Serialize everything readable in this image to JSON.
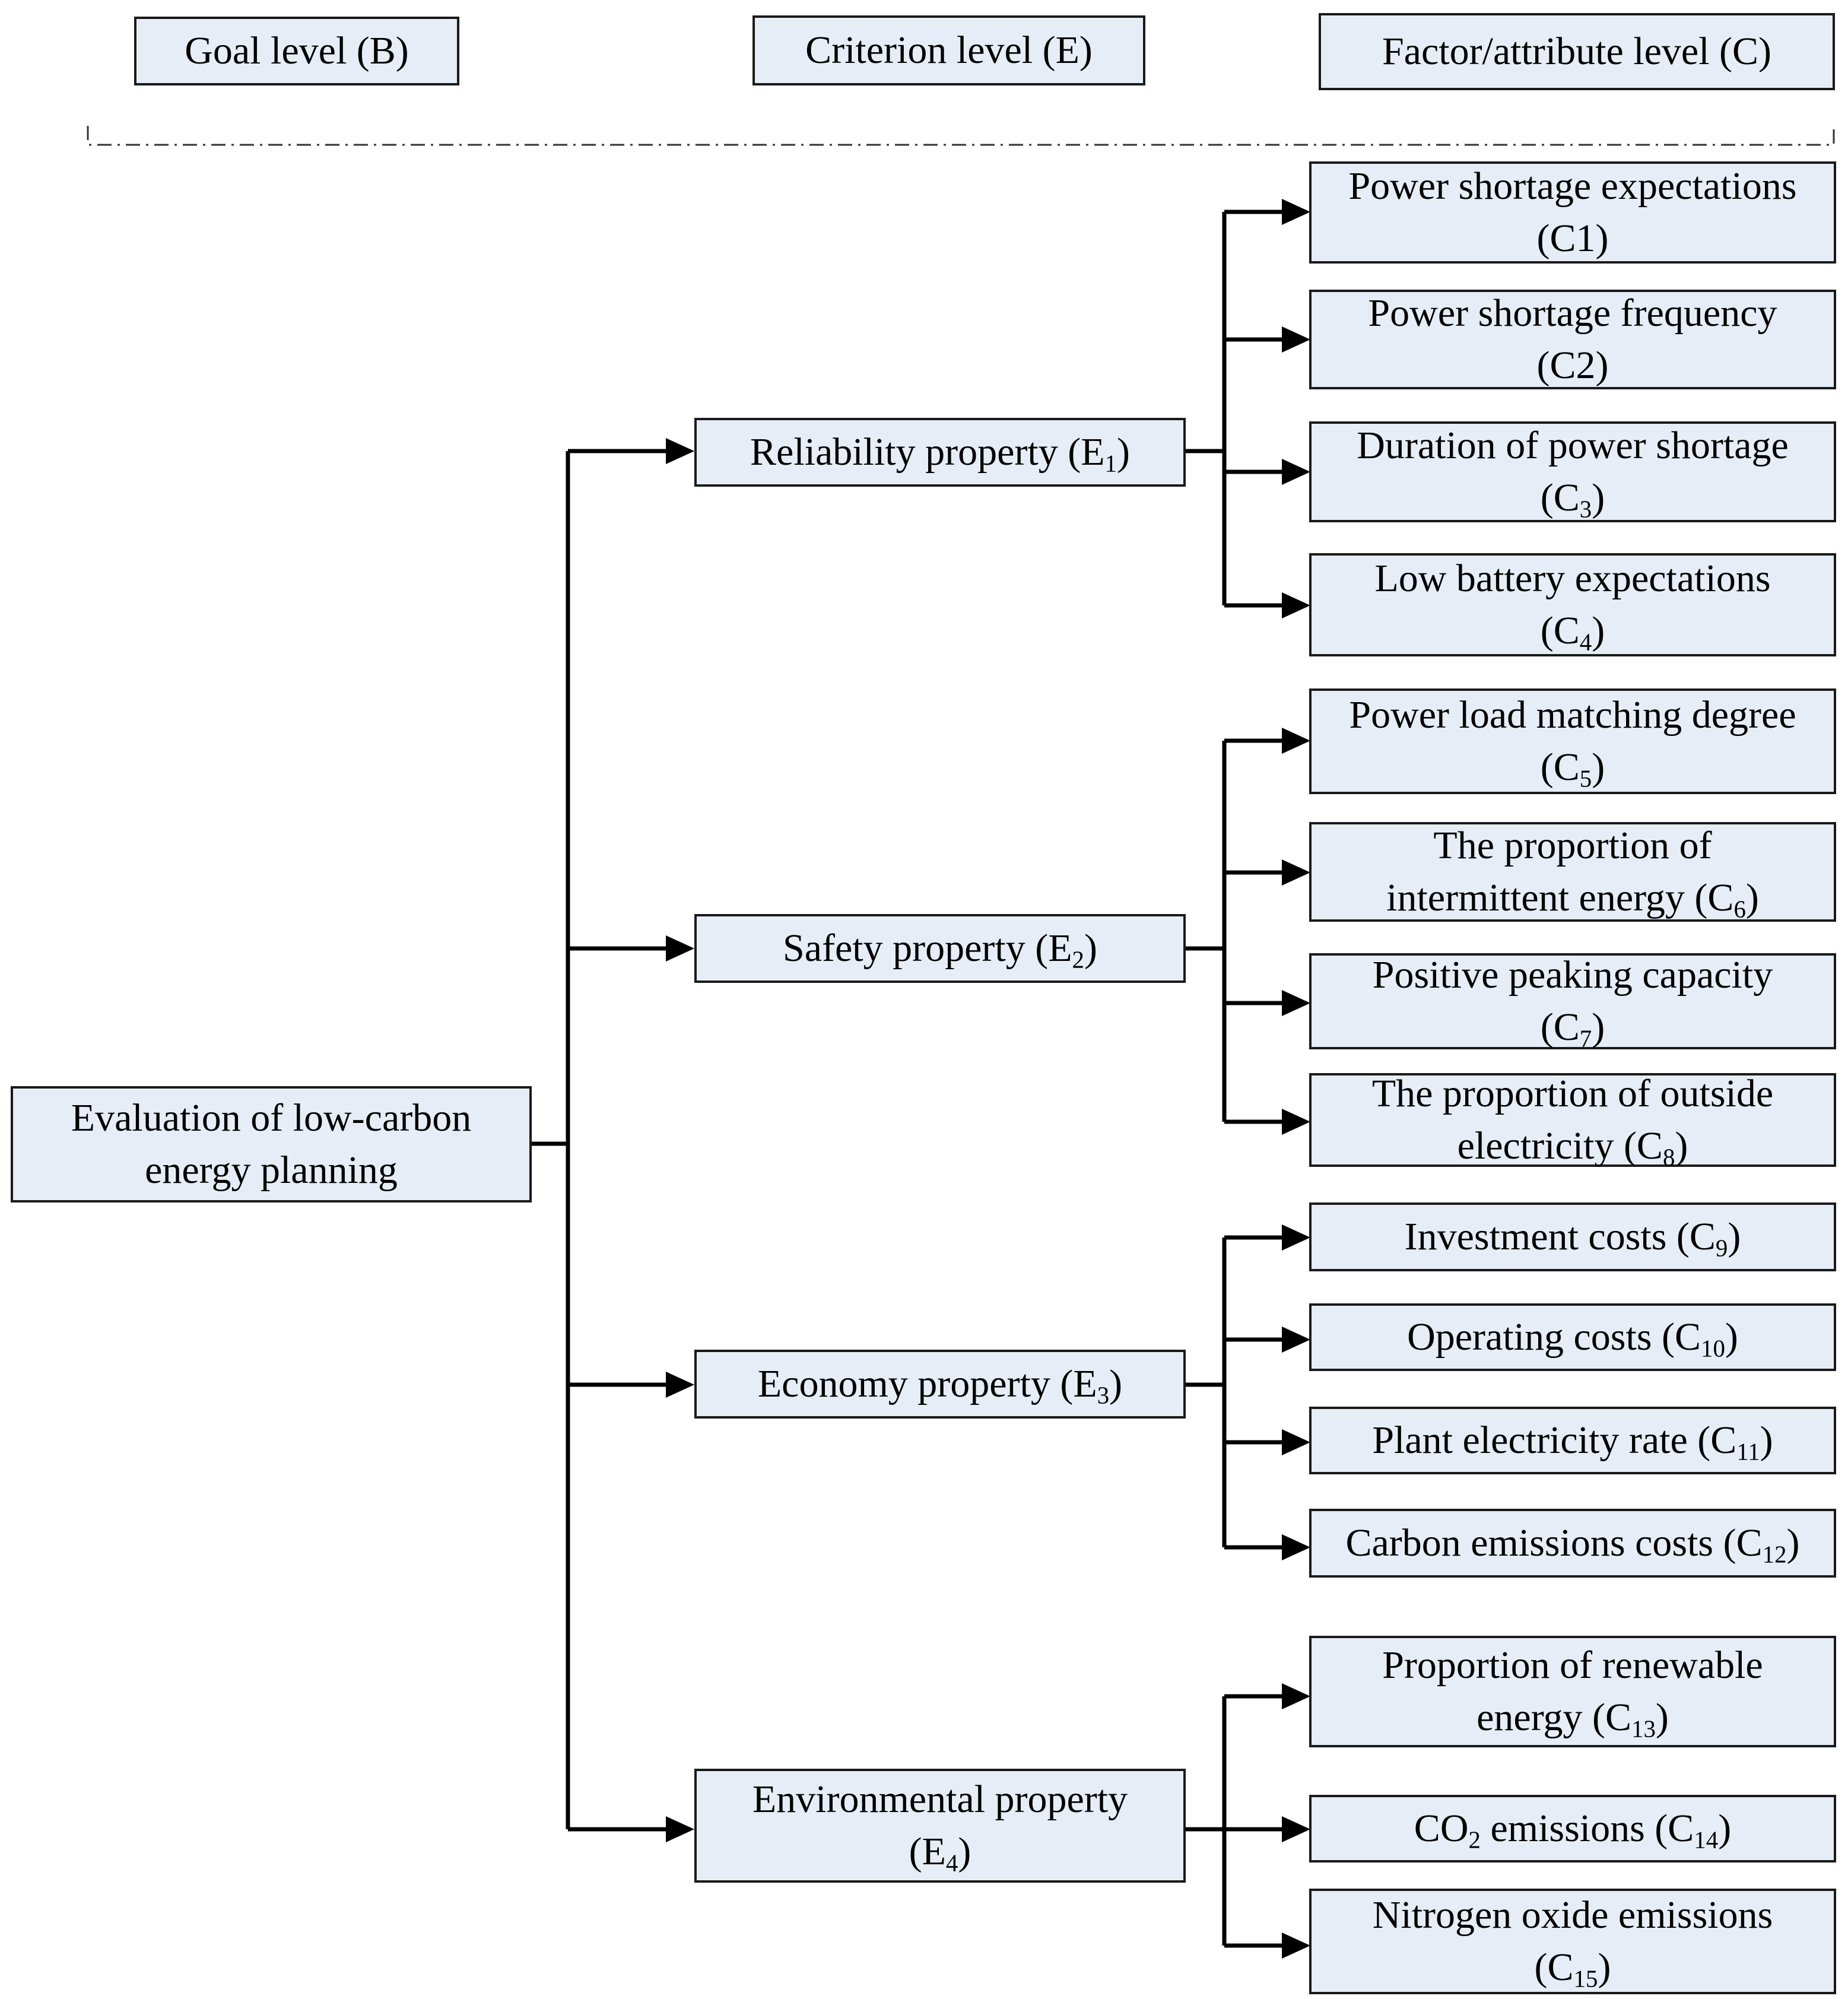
{
  "colors": {
    "box_fill": "#e6edf6",
    "box_border": "#1a1a1a",
    "line": "#000000",
    "separator": "#333333"
  },
  "headers": {
    "goal": "Goal level (B)",
    "criterion": "Criterion level (E)",
    "factor": "Factor/attribute level (C)"
  },
  "goal": {
    "line1": "Evaluation of low-carbon",
    "line2": "energy planning"
  },
  "criteria": [
    {
      "label": "Reliability property (E",
      "sub": "1",
      "close": ")"
    },
    {
      "label": "Safety property (E",
      "sub": "2",
      "close": ")"
    },
    {
      "label": "Economy property (E",
      "sub": "3",
      "close": ")"
    },
    {
      "label1": "Environmental property",
      "label2_open": "(E",
      "sub": "4",
      "close": ")"
    }
  ],
  "factors": [
    {
      "line1": "Power shortage expectations",
      "line2": "(C1)"
    },
    {
      "line1": "Power shortage frequency",
      "line2": "(C2)"
    },
    {
      "line1": "Duration of power shortage",
      "open": "(C",
      "sub": "3",
      "close": ")"
    },
    {
      "line1": "Low battery expectations",
      "open": "(C",
      "sub": "4",
      "close": ")"
    },
    {
      "line1": "Power load matching degree",
      "open": "(C",
      "sub": "5",
      "close": ")"
    },
    {
      "line1": "The proportion of",
      "line2_text": "intermittent energy (C",
      "sub": "6",
      "close": ")"
    },
    {
      "line1": "Positive peaking capacity",
      "open": "(C",
      "sub": "7",
      "close": ")"
    },
    {
      "line1": "The proportion of outside",
      "line2_text": "electricity (C",
      "sub": "8",
      "close": ")"
    },
    {
      "text": "Investment costs (C",
      "sub": "9",
      "close": ")"
    },
    {
      "text": "Operating costs (C",
      "sub": "10",
      "close": ")"
    },
    {
      "text": "Plant electricity rate (C",
      "sub": "11",
      "close": ")"
    },
    {
      "text": "Carbon emissions costs (C",
      "sub": "12",
      "close": ")"
    },
    {
      "line1": "Proportion of renewable",
      "line2_text": "energy (C",
      "sub": "13",
      "close": ")"
    },
    {
      "pre": "CO",
      "pre_sub": "2",
      "text": " emissions (C",
      "sub": "14",
      "close": ")"
    },
    {
      "line1": "Nitrogen oxide emissions",
      "open": "(C",
      "sub": "15",
      "close": ")"
    }
  ]
}
